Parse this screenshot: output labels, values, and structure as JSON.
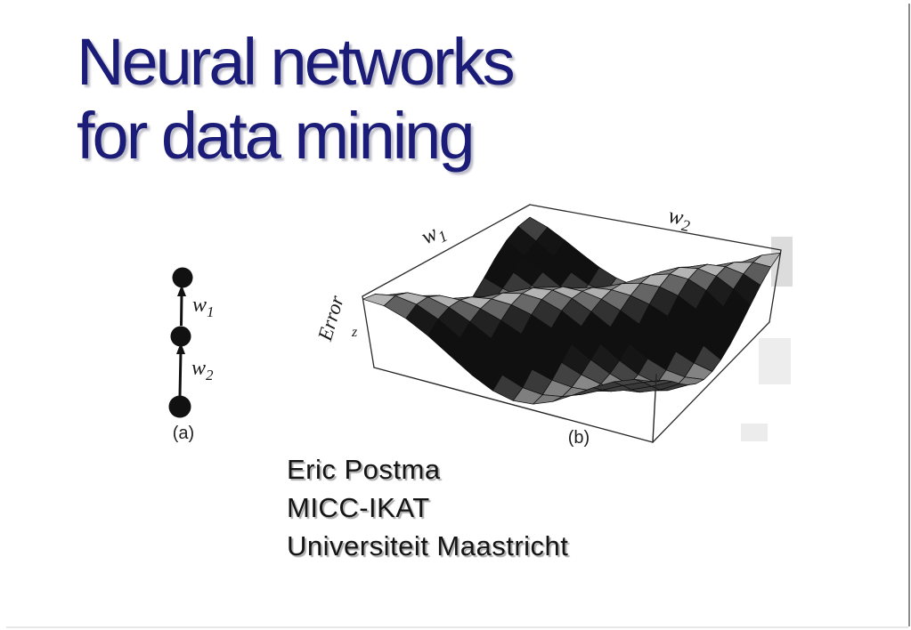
{
  "title": {
    "line1": "Neural networks",
    "line2": "for data mining"
  },
  "authors": {
    "line1": "Eric Postma",
    "line2": "MICC-IKAT",
    "line3": "Universiteit Maastricht"
  },
  "figure": {
    "panel_a": {
      "caption": "(a)",
      "w1_base": "w",
      "w1_sub": "1",
      "w2_base": "w",
      "w2_sub": "2"
    },
    "panel_b": {
      "caption": "(b)",
      "w1_base": "w",
      "w1_sub": "1",
      "w2_base": "w",
      "w2_sub": "2",
      "z_axis": "Error",
      "z_tick": "z"
    }
  },
  "colors": {
    "title_navy": "#1b1b78",
    "text_black": "#141414",
    "frame_gray": "#8c8c8c"
  }
}
